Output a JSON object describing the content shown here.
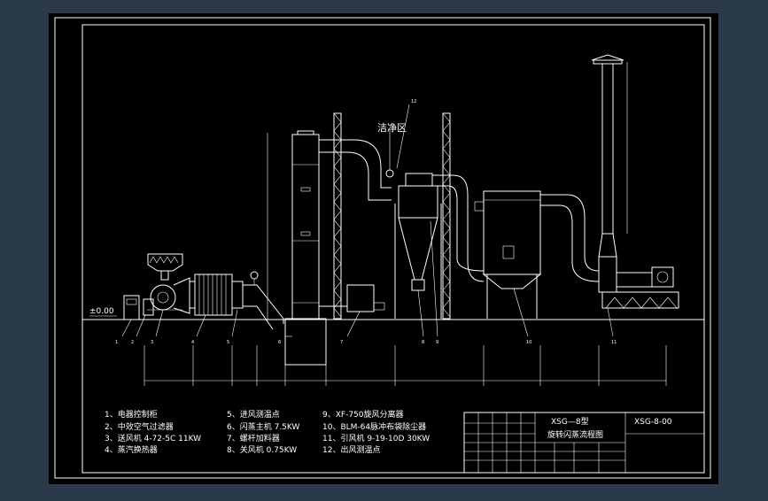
{
  "drawing": {
    "label_clean_area": "洁净区",
    "label_leader_12": "12",
    "ground_level": "±0.00",
    "callouts": [
      "1",
      "2",
      "3",
      "4",
      "5",
      "6",
      "7",
      "8",
      "9",
      "10",
      "11"
    ]
  },
  "legend": {
    "col1": [
      "1、电器控制柜",
      "2、中效空气过滤器",
      "3、送风机 4-72-5C 11KW",
      "4、蒸汽换热器"
    ],
    "col2": [
      "5、进风测温点",
      "6、闪蒸主机  7.5KW",
      "7、螺杆加料器",
      "8、关风机  0.75KW"
    ],
    "col3": [
      "9、XF-750旋风分离器",
      "10、BLM-64脉冲布袋除尘器",
      "11、引风机  9-19-10D  30KW",
      "12、出风测温点"
    ]
  },
  "title_block": {
    "model": "XSG—8型",
    "title": "旋转闪蒸流程图",
    "drawing_no": "XSG-8-00"
  },
  "colors": {
    "background": "#2b3a4a",
    "sheet": "#000000",
    "lines": "#ffffff"
  }
}
